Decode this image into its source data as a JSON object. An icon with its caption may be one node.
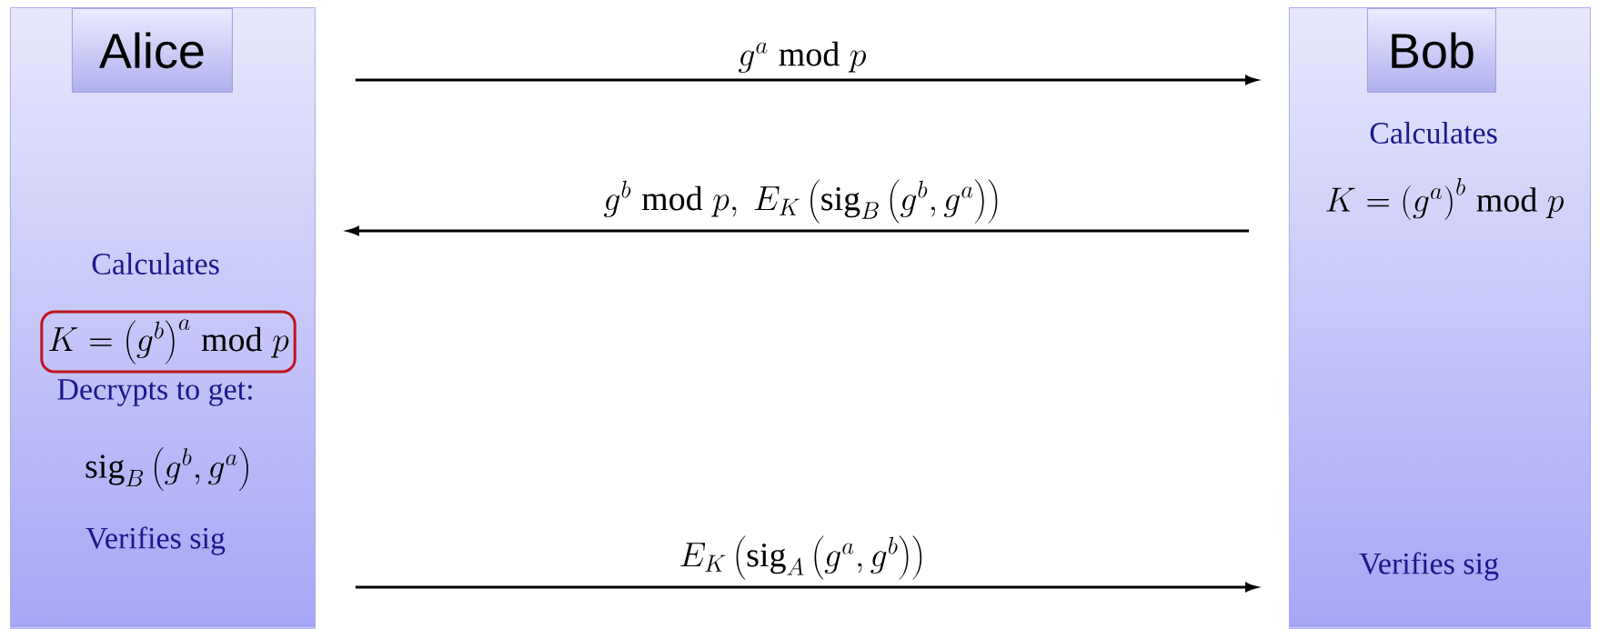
{
  "diagram": {
    "nodes": [
      {
        "text": [
          "Calculates",
          "K=\\left(g^{b}\\right)^{a}\\bmod p",
          "Decrypts to get:",
          "\\mathrm{sig}_{B}\\left(g^{b},g^{a}\\right)",
          "Verifies sig"
        ]
      },
      {
        "text": [
          "Alice"
        ],
        "in": 0
      },
      {
        "text": [
          "Calculates",
          "K=\\left(g^{a}\\right)^{b}\\bmod p",
          "Verifies sig"
        ]
      },
      {
        "text": [
          "Bob"
        ],
        "in": 2
      }
    ],
    "edges": [
      {
        "from": 0,
        "to": 2,
        "arrow": "to",
        "label": "g^{a}\\bmod p"
      },
      {
        "from": 2,
        "to": 0,
        "arrow": "to",
        "label": "g^{b}\\bmod p,\\ E_{K}\\left(\\mathrm{sig}_{B}\\left(g^{b},g^{a}\\right)\\right)"
      },
      {
        "from": 0,
        "to": 2,
        "arrow": "to",
        "label": "E_{K}\\left(\\mathrm{sig}_{A}\\left(g^{a},g^{b}\\right)\\right)"
      }
    ]
  }
}
